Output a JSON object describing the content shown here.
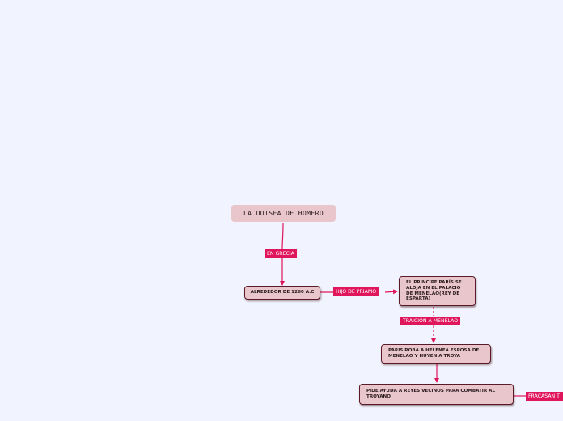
{
  "diagram": {
    "root": {
      "text": "LA ODISEA DE HOMERO"
    },
    "nodes": {
      "date": "ALREDEDOR DE 1260 A.C",
      "prince": "EL PRINCIPE PARÍS SE ALOJA EN EL PALACIO DE MENELAO(REY DE ESPARTA)",
      "abduction": "PARIS ROBA A HELENEA ESPOSA DE MENELAO Y HUYEN A TROYA",
      "help": "PIDE AYUDA A REYES VECINOS PARA COMBATIR AL TROYANO"
    },
    "labels": {
      "en_grecia": "EN GRECIA",
      "hijo_de_priamo": "HIJO DE PRIAMO",
      "traicion": "TRAICIÓN A MENELAO",
      "fracasan": "FRACASAN T"
    },
    "colors": {
      "connector": "#e0165c",
      "node_fill": "#e8c6cc",
      "node_border": "#5b1a28",
      "background": "#f1f4fe"
    }
  }
}
